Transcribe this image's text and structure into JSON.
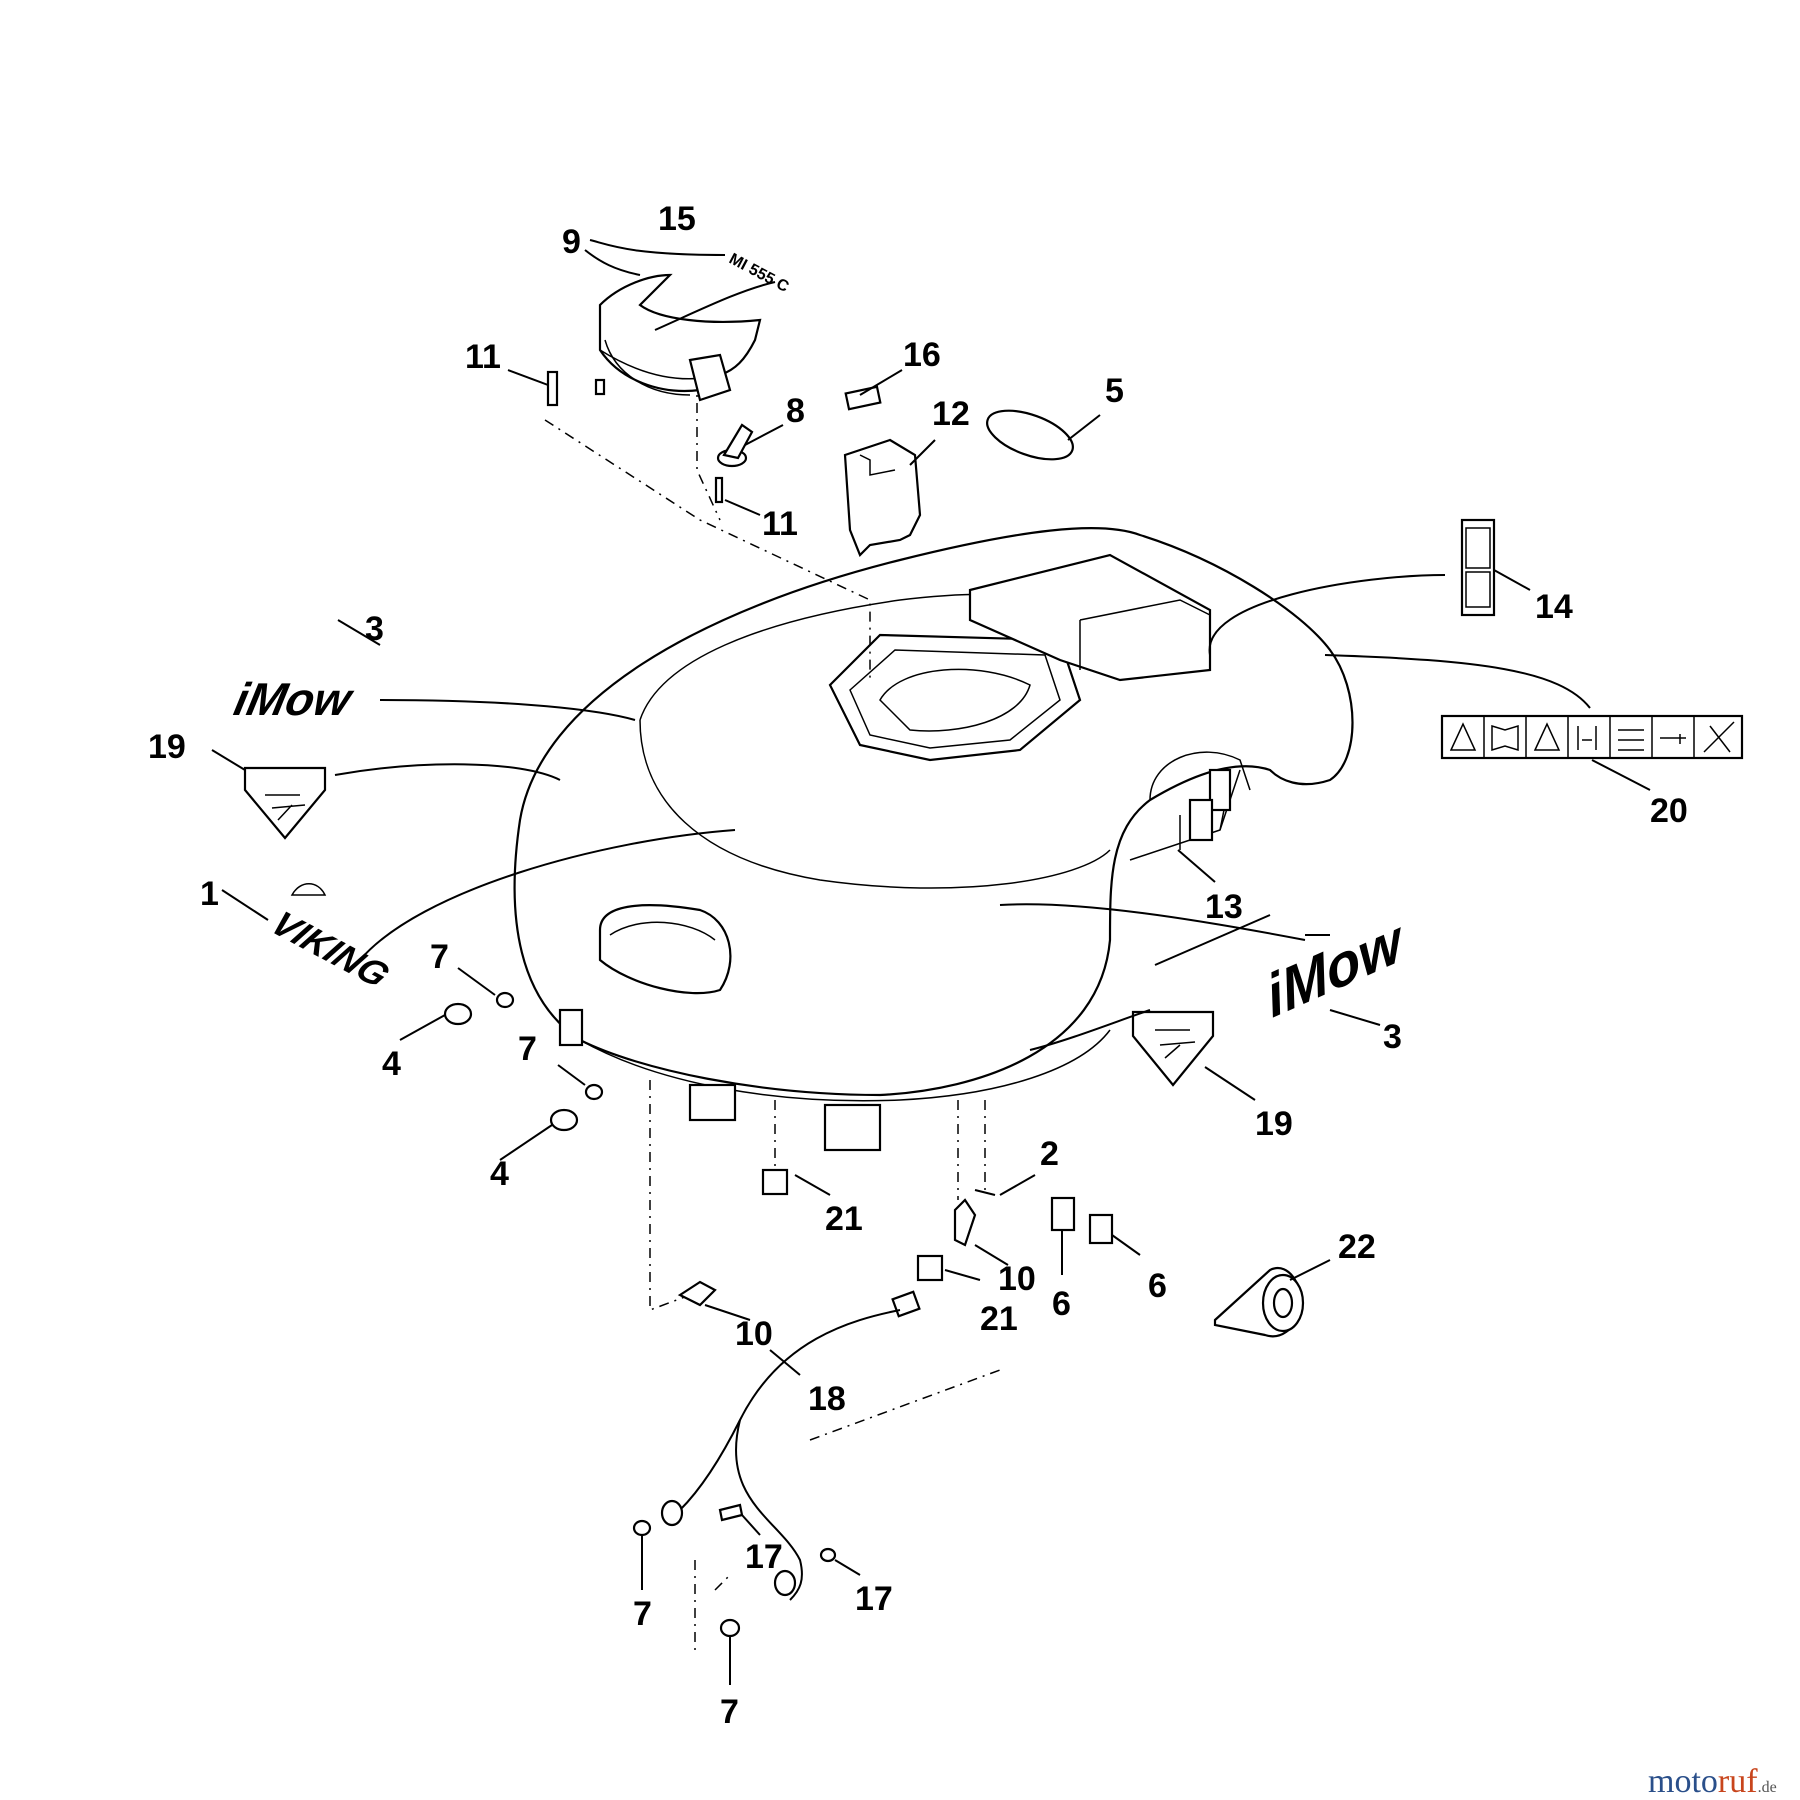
{
  "callouts": {
    "c1": "1",
    "c2": "2",
    "c3a": "3",
    "c3b": "3",
    "c4a": "4",
    "c4b": "4",
    "c5": "5",
    "c6a": "6",
    "c6b": "6",
    "c7a": "7",
    "c7b": "7",
    "c7c": "7",
    "c7d": "7",
    "c8": "8",
    "c9": "9",
    "c10a": "10",
    "c10b": "10",
    "c11a": "11",
    "c11b": "11",
    "c12": "12",
    "c13": "13",
    "c14": "14",
    "c15": "15",
    "c16": "16",
    "c17a": "17",
    "c17b": "17",
    "c18": "18",
    "c19a": "19",
    "c19b": "19",
    "c20": "20",
    "c21a": "21",
    "c21b": "21",
    "c22": "22"
  },
  "decals": {
    "imow": "iMow",
    "viking": "VIKING",
    "model_plate": "MI 555 C"
  },
  "watermark": {
    "part1": "moto",
    "part2": "ruf",
    "suffix": ".de"
  },
  "icons": [
    "warning-triangle-icon",
    "manual-book-icon",
    "hazard-triangle-icon",
    "distance-person-icon",
    "adjust-settings-icon",
    "key-icon",
    "no-children-icon"
  ]
}
